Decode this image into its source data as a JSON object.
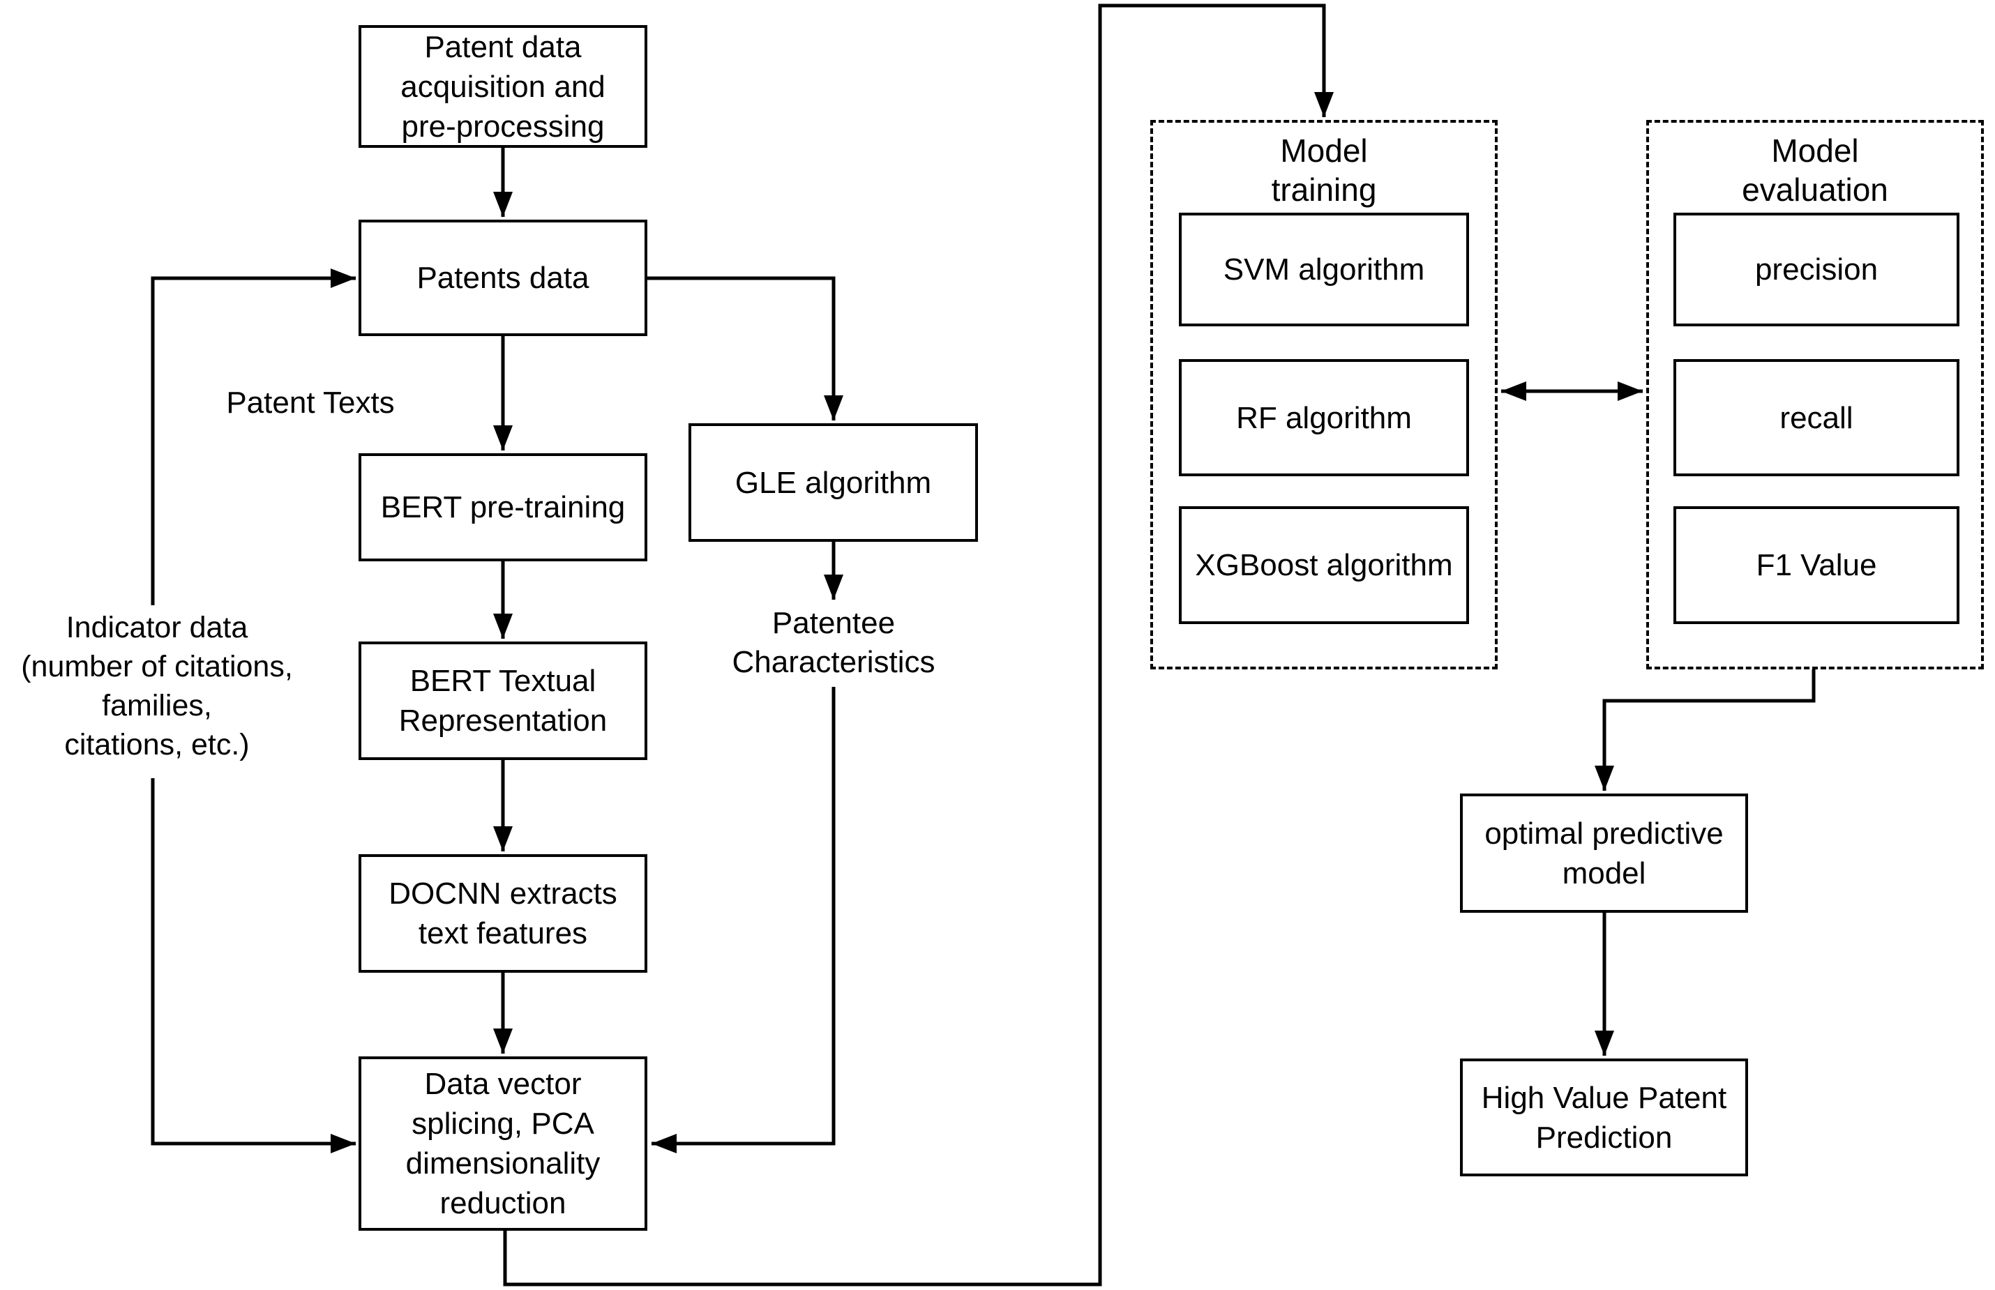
{
  "diagram": {
    "nodes": {
      "acquisition": "Patent data\nacquisition and\npre-processing",
      "patents_data": "Patents data",
      "bert_pretraining": "BERT pre-training",
      "bert_textual": "BERT Textual\nRepresentation",
      "docnn": "DOCNN extracts\ntext features",
      "data_vector": "Data vector\nsplicing, PCA\ndimensionality\nreduction",
      "gle": "GLE algorithm",
      "svm": "SVM algorithm",
      "rf": "RF algorithm",
      "xgboost": "XGBoost algorithm",
      "precision": "precision",
      "recall": "recall",
      "f1": "F1 Value",
      "optimal_model": "optimal predictive\nmodel",
      "high_value": "High Value Patent\nPrediction"
    },
    "groups": {
      "training": "Model\ntraining",
      "evaluation": "Model\nevaluation"
    },
    "annotations": {
      "patent_texts": "Patent Texts",
      "patentee_characteristics": "Patentee\nCharacteristics",
      "indicator_data": "Indicator data\n(number of citations,\nfamilies,\ncitations, etc.)"
    },
    "edges": [
      {
        "from": "acquisition",
        "to": "patents_data"
      },
      {
        "from": "patents_data",
        "to": "bert_pretraining",
        "label": "Patent Texts"
      },
      {
        "from": "bert_pretraining",
        "to": "bert_textual"
      },
      {
        "from": "bert_textual",
        "to": "docnn"
      },
      {
        "from": "docnn",
        "to": "data_vector"
      },
      {
        "from": "patents_data",
        "to": "gle"
      },
      {
        "from": "gle",
        "to": "patentee_characteristics"
      },
      {
        "from": "patentee_characteristics",
        "to": "data_vector"
      },
      {
        "from": "indicator_data",
        "to": "patents_data"
      },
      {
        "from": "indicator_data",
        "to": "data_vector"
      },
      {
        "from": "data_vector",
        "to": "model_training_group"
      },
      {
        "from": "model_training_group",
        "to": "model_evaluation_group",
        "type": "double-arrow"
      },
      {
        "from": "model_evaluation_group",
        "to": "optimal_model"
      },
      {
        "from": "optimal_model",
        "to": "high_value"
      }
    ],
    "colors": {
      "line": "#000000",
      "background": "#ffffff",
      "box_fill": "#ffffff",
      "text": "#000000"
    }
  }
}
